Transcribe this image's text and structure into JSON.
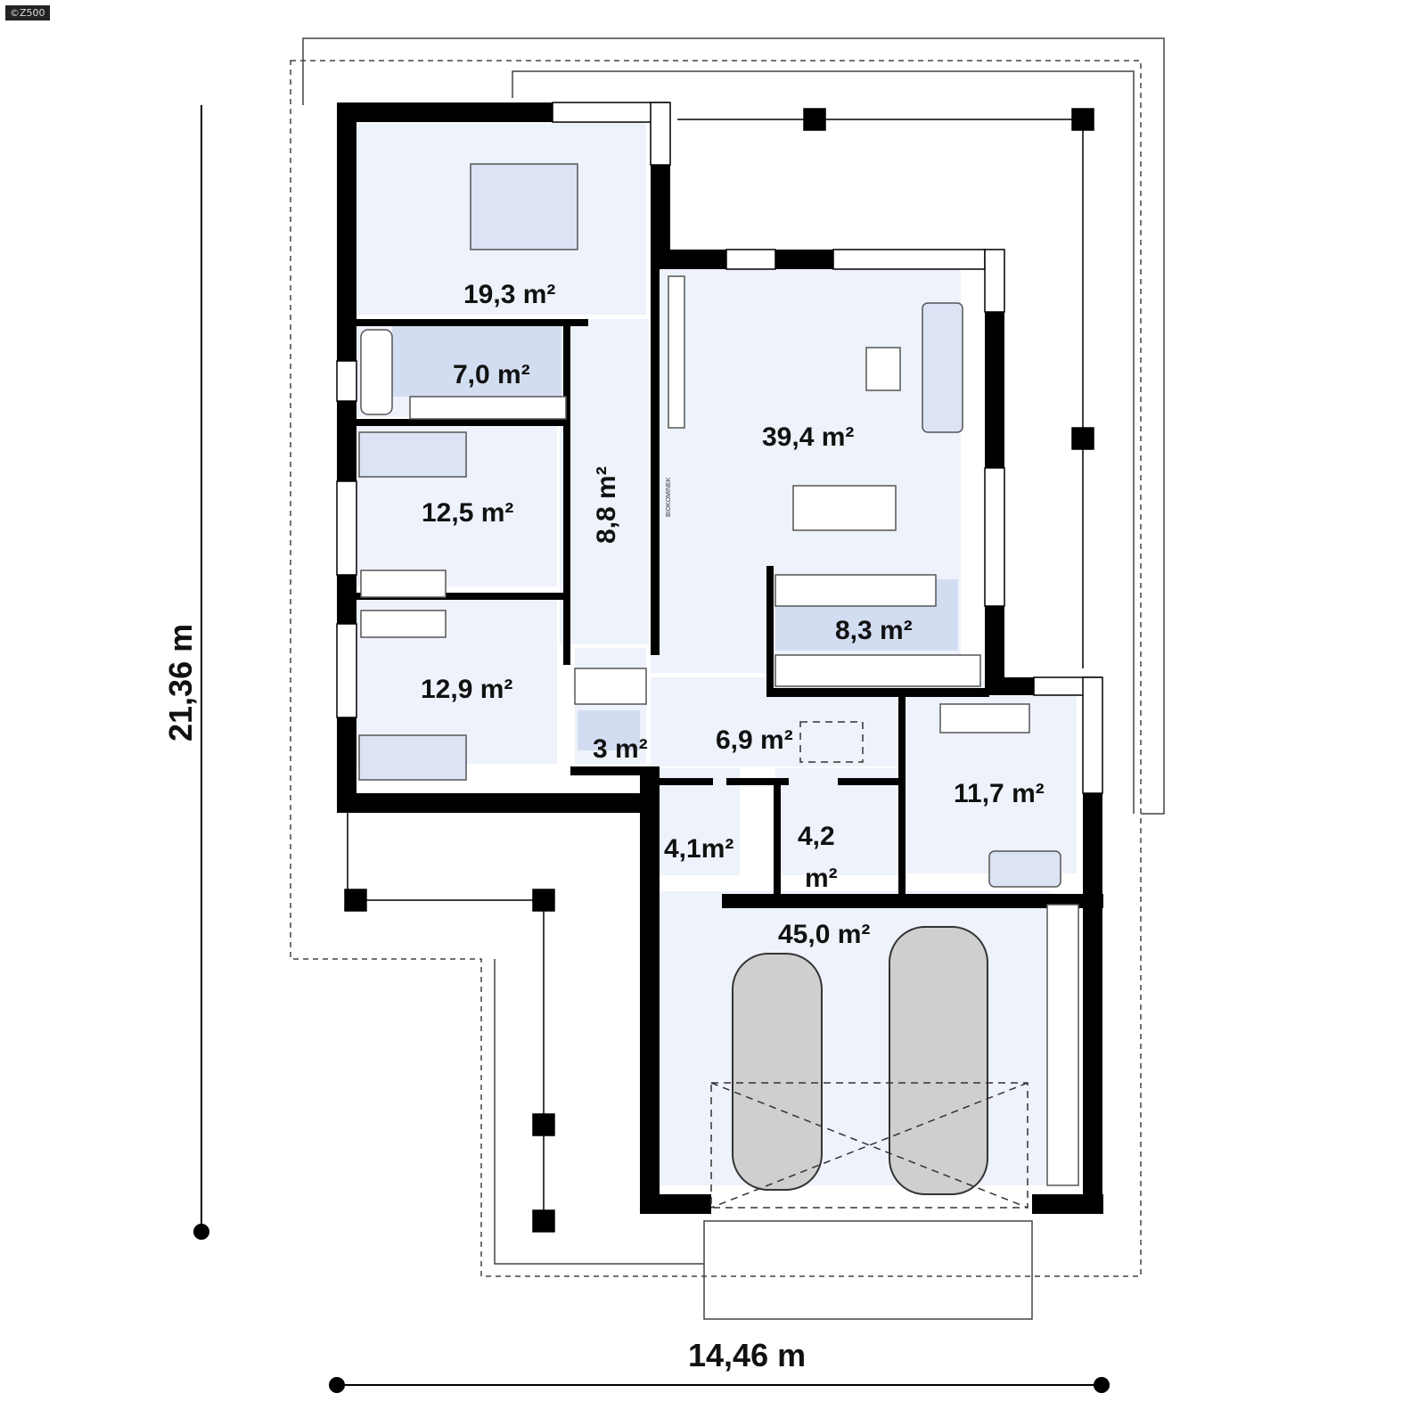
{
  "watermark": "©Z500",
  "dimensions": {
    "height": "21,36 m",
    "width": "14,46 m"
  },
  "fireplace_label": "BIOKOMINEK",
  "rooms": [
    {
      "id": "bedroom-main",
      "area": "19,3 m²"
    },
    {
      "id": "bathroom",
      "area": "7,0 m²"
    },
    {
      "id": "hallway",
      "area": "8,8 m²"
    },
    {
      "id": "room-1",
      "area": "12,5 m²"
    },
    {
      "id": "room-2",
      "area": "12,9 m²"
    },
    {
      "id": "living-dining",
      "area": "39,4 m²"
    },
    {
      "id": "kitchen",
      "area": "8,3 m²"
    },
    {
      "id": "wc",
      "area": "3 m²"
    },
    {
      "id": "hall",
      "area": "6,9 m²"
    },
    {
      "id": "entry",
      "area": "4,1m²"
    },
    {
      "id": "utility",
      "area_line1": "4,2",
      "area_line2": "m²"
    },
    {
      "id": "office",
      "area": "11,7 m²"
    },
    {
      "id": "garage",
      "area": "45,0 m²"
    }
  ],
  "colors": {
    "wall": "#000000",
    "floor": "#eef2fb",
    "highlight": "#d3ddf2",
    "furniture": "#dbe3f5"
  }
}
